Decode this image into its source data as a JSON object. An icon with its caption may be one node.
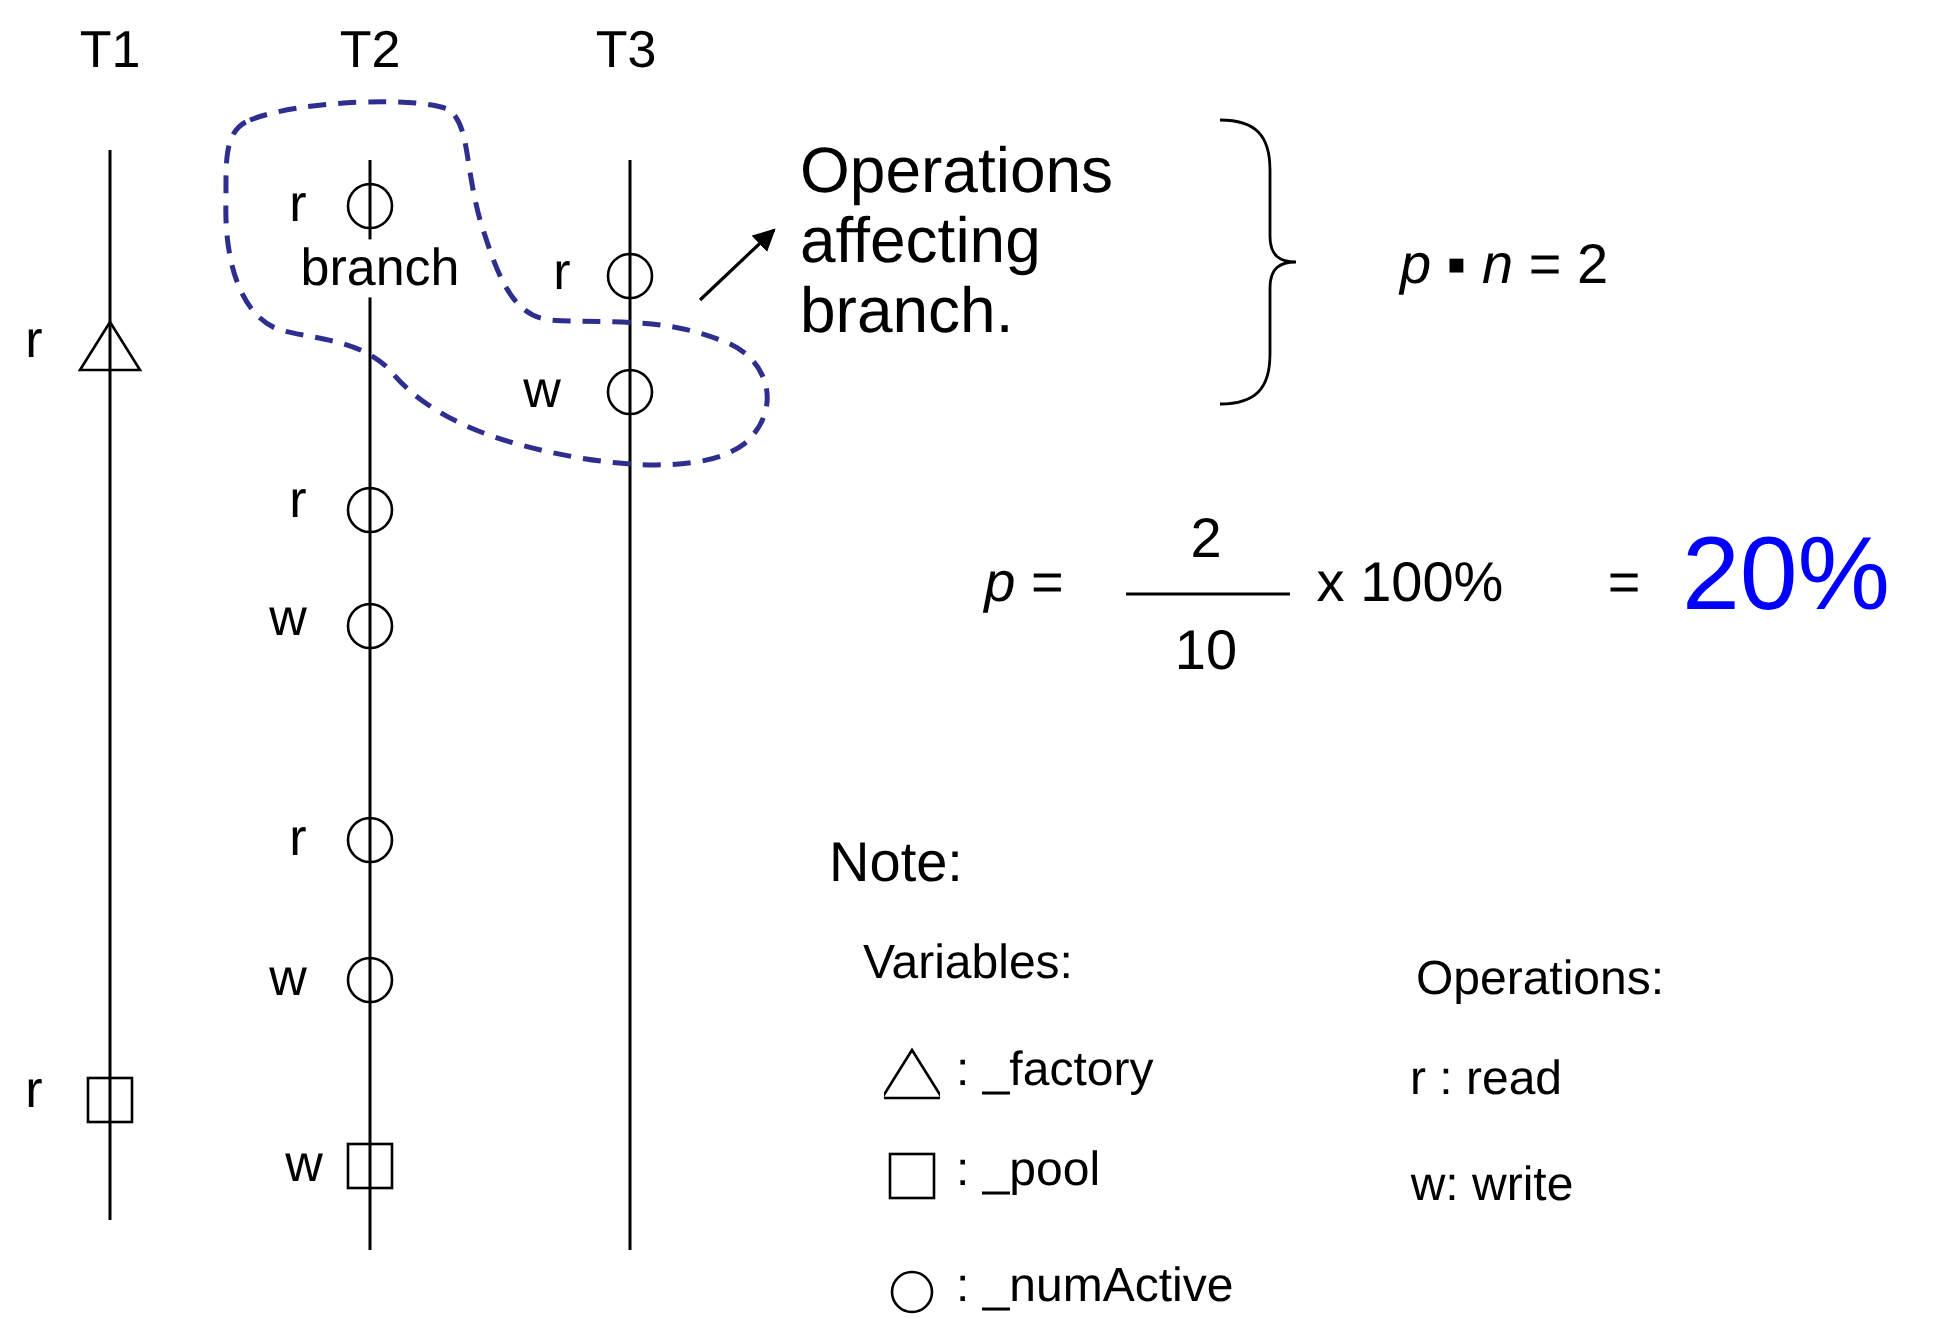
{
  "diagram": {
    "nodes": [
      {
        "text": [],
        "shape": "cloud"
      },
      {
        "text": [
          "Operations affecting branch."
        ]
      }
    ],
    "edges": [
      {
        "from": 0,
        "to": 1,
        "arrow": "to"
      }
    ],
    "labels": [
      "T1",
      "T2",
      "T3",
      "r",
      "branch",
      "r",
      "r",
      "w",
      "r",
      "w",
      "r",
      "w",
      "r",
      "w",
      "*p* ▪ *n* = 2",
      "*p* =",
      "2",
      "10",
      "x 100%",
      "=",
      "20%",
      "Note:",
      "Variables:",
      "Operations:",
      "r : read",
      "w: write"
    ],
    "legend": [
      {
        "text": ": _factory"
      },
      {
        "text": ": _pool"
      },
      {
        "text": ": _numActive"
      }
    ]
  }
}
